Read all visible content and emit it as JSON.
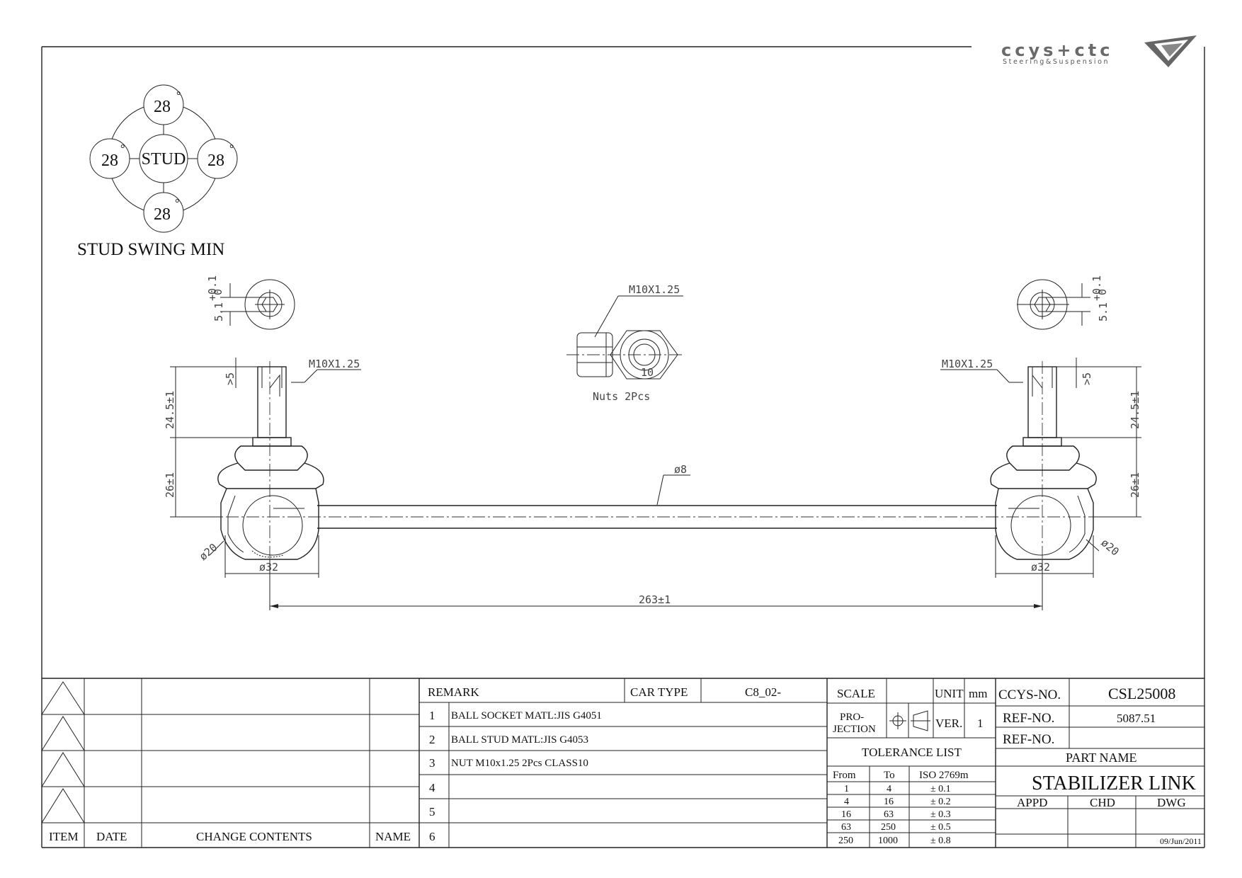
{
  "logo": {
    "brand": "ccys+ctc",
    "tagline": "Steering&Suspension"
  },
  "stud_swing": {
    "title": "STUD SWING MIN",
    "center": "STUD",
    "angles": {
      "top": "28",
      "left": "28",
      "right": "28",
      "bottom": "28"
    },
    "degree": "°"
  },
  "dimensions": {
    "thread": "M10X1.25",
    "hex_width": "5.1",
    "hex_tol_plus": "+0.1",
    "hex_tol_minus": "0",
    "thread_len": ">5",
    "stud_len": "24.5±1",
    "body_height": "26±1",
    "rod_dia": "ø8",
    "ball_dia": "ø20",
    "socket_dia": "ø32",
    "center_len": "263±1",
    "nut_thread": "M10X1.25",
    "nut_mark": "10",
    "nut_note": "Nuts 2Pcs"
  },
  "revisions": {
    "headers": {
      "item": "ITEM",
      "date": "DATE",
      "contents": "CHANGE CONTENTS",
      "name": "NAME"
    }
  },
  "remarks": {
    "header": "REMARK",
    "car_type_label": "CAR TYPE",
    "car_type": "C8_02-",
    "items": [
      {
        "no": "1",
        "text": "BALL SOCKET MATL:JIS  G4051"
      },
      {
        "no": "2",
        "text": "BALL STUD MATL:JIS G4053"
      },
      {
        "no": "3",
        "text": "NUT M10x1.25 2Pcs CLASS10"
      },
      {
        "no": "4",
        "text": ""
      },
      {
        "no": "5",
        "text": ""
      },
      {
        "no": "6",
        "text": ""
      }
    ]
  },
  "spec": {
    "scale_label": "SCALE",
    "unit_label": "UNIT",
    "unit": "mm",
    "projection_1": "PRO-",
    "projection_2": "JECTION",
    "ver_label": "VER.",
    "ver": "1"
  },
  "tolerance": {
    "title": "TOLERANCE LIST",
    "headers": [
      "From",
      "To",
      "ISO 2769m"
    ],
    "rows": [
      [
        "1",
        "4",
        "± 0.1"
      ],
      [
        "4",
        "16",
        "± 0.2"
      ],
      [
        "16",
        "63",
        "± 0.3"
      ],
      [
        "63",
        "250",
        "± 0.5"
      ],
      [
        "250",
        "1000",
        "± 0.8"
      ]
    ]
  },
  "part": {
    "ccys_no_label": "CCYS-NO.",
    "ccys_no": "CSL25008",
    "ref_no_label": "REF-NO.",
    "ref_no": "5087.51",
    "ref_no2_label": "REF-NO.",
    "ref_no2": "",
    "part_name_label": "PART NAME",
    "part_name": "STABILIZER LINK",
    "appd": "APPD",
    "chd": "CHD",
    "dwg": "DWG",
    "date": "09/Jun/2011"
  }
}
